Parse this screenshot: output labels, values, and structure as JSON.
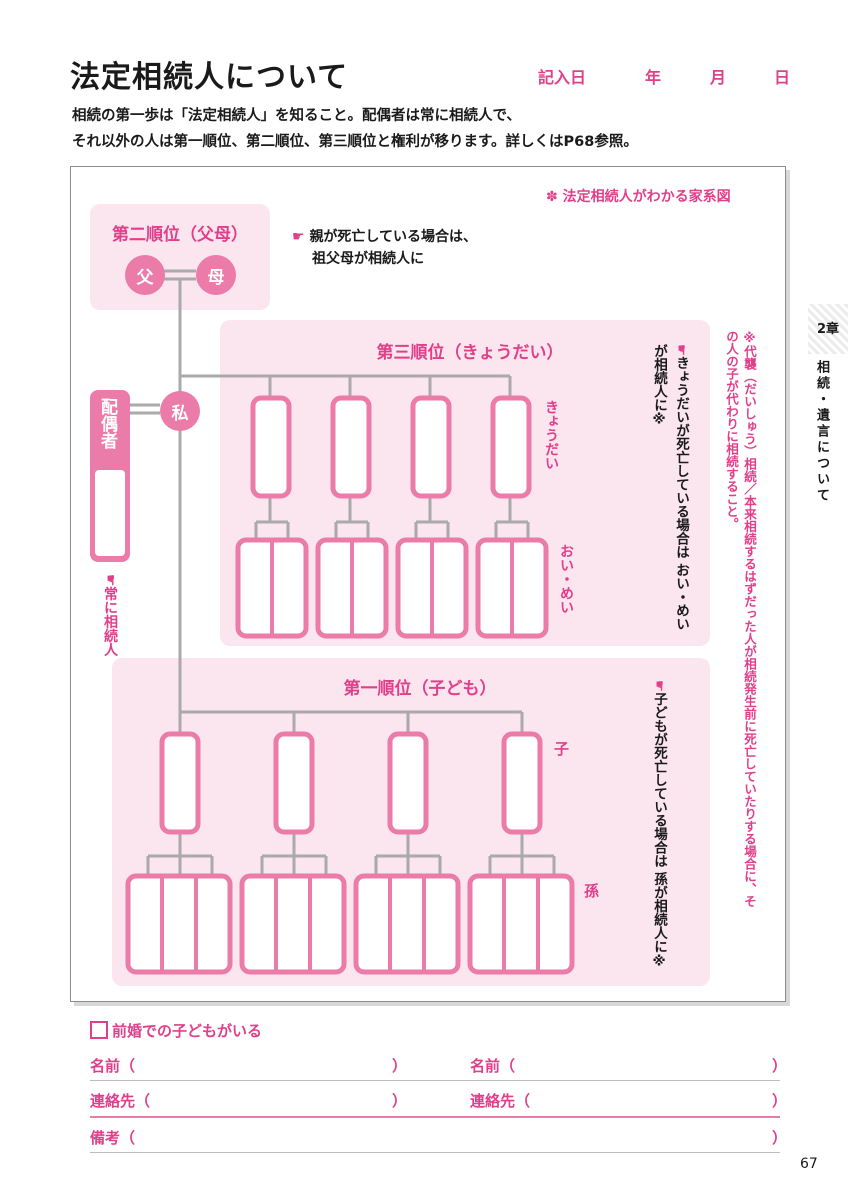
{
  "header": {
    "title": "法定相続人について",
    "date_label": "記入日",
    "year": "年",
    "month": "月",
    "day": "日"
  },
  "intro": {
    "line1": "相続の第一歩は「法定相続人」を知ること。配偶者は常に相続人で、",
    "line2": "それ以外の人は第一順位、第二順位、第三順位と権利が移ります。詳しくはP68参照。"
  },
  "diagram": {
    "legend": "法定相続人がわかる家系図",
    "second_rank": {
      "title": "第二順位（父母）",
      "father": "父",
      "mother": "母",
      "note1": "親が死亡している場合は、",
      "note2": "祖父母が相続人に"
    },
    "spouse": "配偶者",
    "spouse_note": "常に相続人",
    "me": "私",
    "third_rank": {
      "title": "第三順位（きょうだい）",
      "label_siblings": "きょうだい",
      "label_nephews": "おい・めい",
      "note": "きょうだいが死亡している場合は おい・めいが相続人に※"
    },
    "first_rank": {
      "title": "第一順位（子ども）",
      "label_child": "子",
      "label_grandchild": "孫",
      "note": "子どもが死亡している場合は 孫が相続人に※"
    },
    "footnote": "※代襲（だいしゅう）相続／本来相続するはずだった人が相続発生前に死亡していたりする場合に、その人の子が代わりに相続すること。"
  },
  "side_tab": {
    "chapter": "2章",
    "section": "相続・遺言について"
  },
  "form": {
    "checkbox_label": "前婚での子どもがいる",
    "name_label": "名前（",
    "contact_label": "連絡先（",
    "notes_label": "備考（",
    "close_paren": "）"
  },
  "page_number": "67",
  "colors": {
    "accent": "#e0408a",
    "box_fill": "#fbe6ef",
    "node_stroke": "#eb7ba8",
    "line": "#aaaaaa"
  }
}
